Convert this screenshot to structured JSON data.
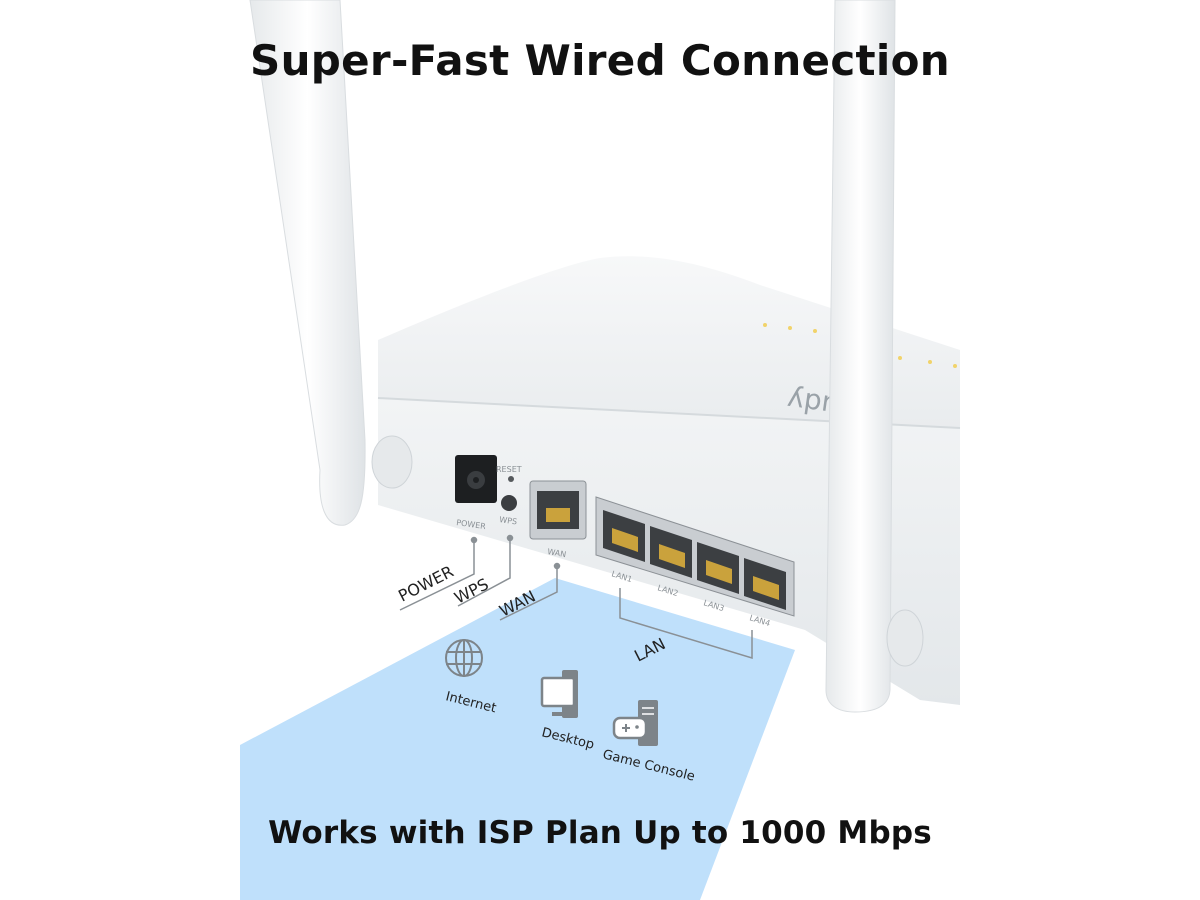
{
  "title": "Super-Fast Wired Connection",
  "subtitle": "Works with ISP Plan Up to 1000 Mbps",
  "brand_logo": "cudy",
  "port_labels": {
    "power": "POWER",
    "reset": "RESET",
    "wps": "WPS",
    "wan": "WAN",
    "lan1": "LAN1",
    "lan2": "LAN2",
    "lan3": "LAN3",
    "lan4": "LAN4"
  },
  "callouts": {
    "power": "POWER",
    "wps": "WPS",
    "wan": "WAN",
    "lan": "LAN"
  },
  "devices": [
    {
      "label": "Internet",
      "icon": "globe-icon"
    },
    {
      "label": "Desktop",
      "icon": "desktop-icon"
    },
    {
      "label": "Game Console",
      "icon": "game-console-icon"
    }
  ],
  "colors": {
    "beam": "#bfe0fb",
    "router_body": "#f4f6f7",
    "text": "#111111"
  }
}
